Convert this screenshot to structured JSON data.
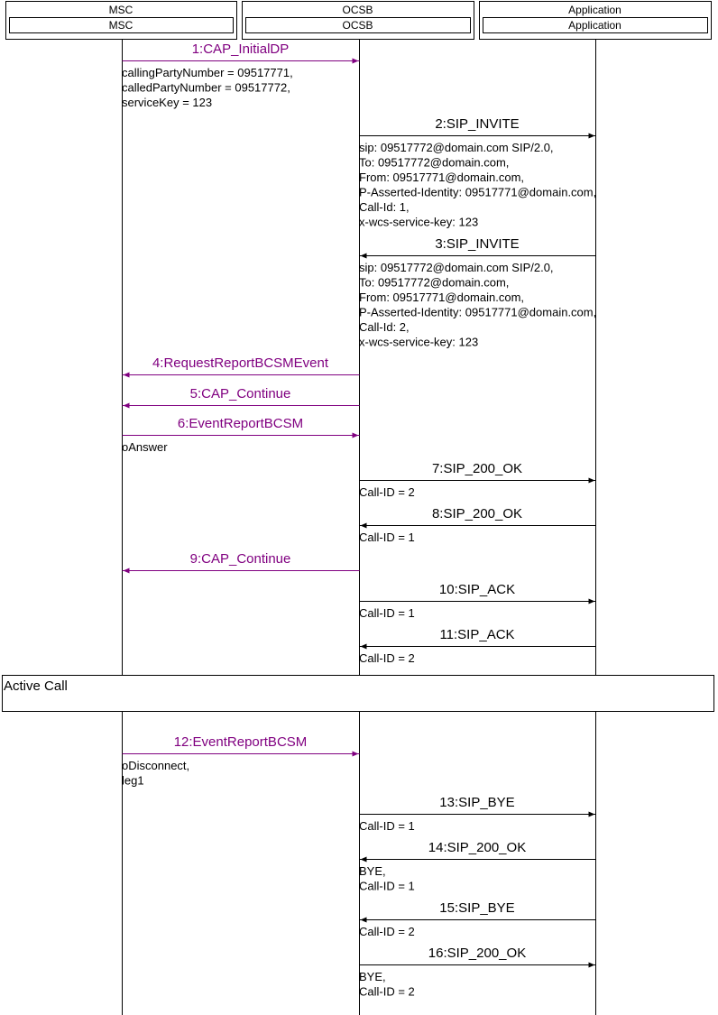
{
  "participants": [
    {
      "id": "msc",
      "title": "MSC",
      "name": "MSC"
    },
    {
      "id": "ocsb",
      "title": "OCSB",
      "name": "OCSB"
    },
    {
      "id": "app",
      "title": "Application",
      "name": "Application"
    }
  ],
  "colors": {
    "cap": "#800080",
    "sip": "#000000",
    "line": "#000000"
  },
  "messages": [
    {
      "label": "1:CAP_InitialDP",
      "from": "msc",
      "to": "ocsb",
      "kind": "cap",
      "note": [
        "callingPartyNumber = 09517771,",
        "calledPartyNumber = 09517772,",
        "serviceKey = 123"
      ]
    },
    {
      "label": "2:SIP_INVITE",
      "from": "ocsb",
      "to": "app",
      "kind": "sip",
      "note": [
        "sip: 09517772@domain.com SIP/2.0,",
        "To: 09517772@domain.com,",
        "From: 09517771@domain.com,",
        "P-Asserted-Identity: 09517771@domain.com,",
        "Call-Id: 1,",
        "x-wcs-service-key: 123"
      ]
    },
    {
      "label": "3:SIP_INVITE",
      "from": "app",
      "to": "ocsb",
      "kind": "sip",
      "note": [
        "sip: 09517772@domain.com SIP/2.0,",
        "To: 09517772@domain.com,",
        "From: 09517771@domain.com,",
        "P-Asserted-Identity: 09517771@domain.com,",
        "Call-Id: 2,",
        "x-wcs-service-key: 123"
      ]
    },
    {
      "label": "4:RequestReportBCSMEvent",
      "from": "ocsb",
      "to": "msc",
      "kind": "cap",
      "note": []
    },
    {
      "label": "5:CAP_Continue",
      "from": "ocsb",
      "to": "msc",
      "kind": "cap",
      "note": []
    },
    {
      "label": "6:EventReportBCSM",
      "from": "msc",
      "to": "ocsb",
      "kind": "cap",
      "note": [
        "oAnswer"
      ]
    },
    {
      "label": "7:SIP_200_OK",
      "from": "ocsb",
      "to": "app",
      "kind": "sip",
      "note": [
        "Call-ID = 2"
      ]
    },
    {
      "label": "8:SIP_200_OK",
      "from": "app",
      "to": "ocsb",
      "kind": "sip",
      "note": [
        "Call-ID = 1"
      ]
    },
    {
      "label": "9:CAP_Continue",
      "from": "ocsb",
      "to": "msc",
      "kind": "cap",
      "note": []
    },
    {
      "label": "10:SIP_ACK",
      "from": "ocsb",
      "to": "app",
      "kind": "sip",
      "note": [
        "Call-ID = 1"
      ]
    },
    {
      "label": "11:SIP_ACK",
      "from": "app",
      "to": "ocsb",
      "kind": "sip",
      "note": [
        "Call-ID = 2"
      ]
    },
    {
      "label": "12:EventReportBCSM",
      "from": "msc",
      "to": "ocsb",
      "kind": "cap",
      "note": [
        "oDisconnect,",
        "leg1"
      ]
    },
    {
      "label": "13:SIP_BYE",
      "from": "ocsb",
      "to": "app",
      "kind": "sip",
      "note": [
        "Call-ID = 1"
      ]
    },
    {
      "label": "14:SIP_200_OK",
      "from": "app",
      "to": "ocsb",
      "kind": "sip",
      "note": [
        "BYE,",
        "Call-ID = 1"
      ]
    },
    {
      "label": "15:SIP_BYE",
      "from": "app",
      "to": "ocsb",
      "kind": "sip",
      "note": [
        "Call-ID = 2"
      ]
    },
    {
      "label": "16:SIP_200_OK",
      "from": "ocsb",
      "to": "app",
      "kind": "sip",
      "note": [
        "BYE,",
        "Call-ID = 2"
      ]
    }
  ],
  "band": {
    "label": "Active Call"
  }
}
